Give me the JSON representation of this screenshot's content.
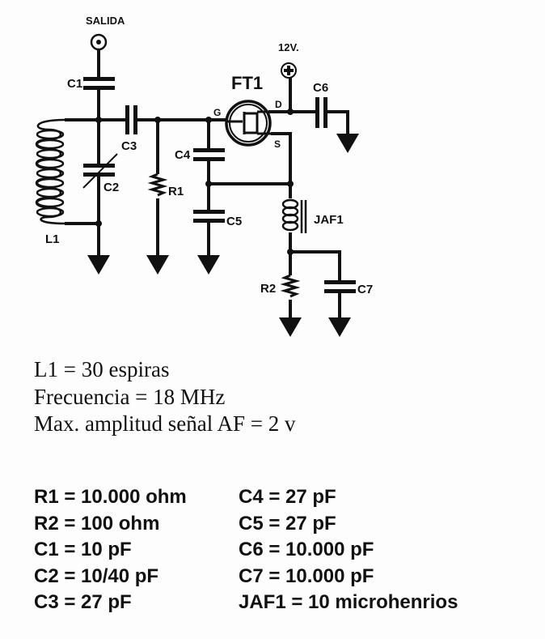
{
  "schematic": {
    "output_label": "SALIDA",
    "supply_label": "12V.",
    "transistor_label": "FT1",
    "pin_gate": "G",
    "pin_drain": "D",
    "pin_source": "S",
    "components": [
      "C1",
      "C2",
      "C3",
      "C4",
      "C5",
      "C6",
      "C7",
      "R1",
      "R2",
      "L1",
      "JAF1"
    ]
  },
  "notes": [
    "L1 = 30 espiras",
    "Frecuencia = 18 MHz",
    "Max. amplitud señal AF = 2 v"
  ],
  "parts_list": [
    "R1 = 10.000 ohm",
    "C4 = 27 pF",
    "R2 = 100 ohm",
    "C5 = 27 pF",
    "C1 = 10 pF",
    "C6 = 10.000 pF",
    "C2 = 10/40 pF",
    "C7 = 10.000 pF",
    "C3 = 27 pF",
    "JAF1 = 10 microhenrios"
  ]
}
